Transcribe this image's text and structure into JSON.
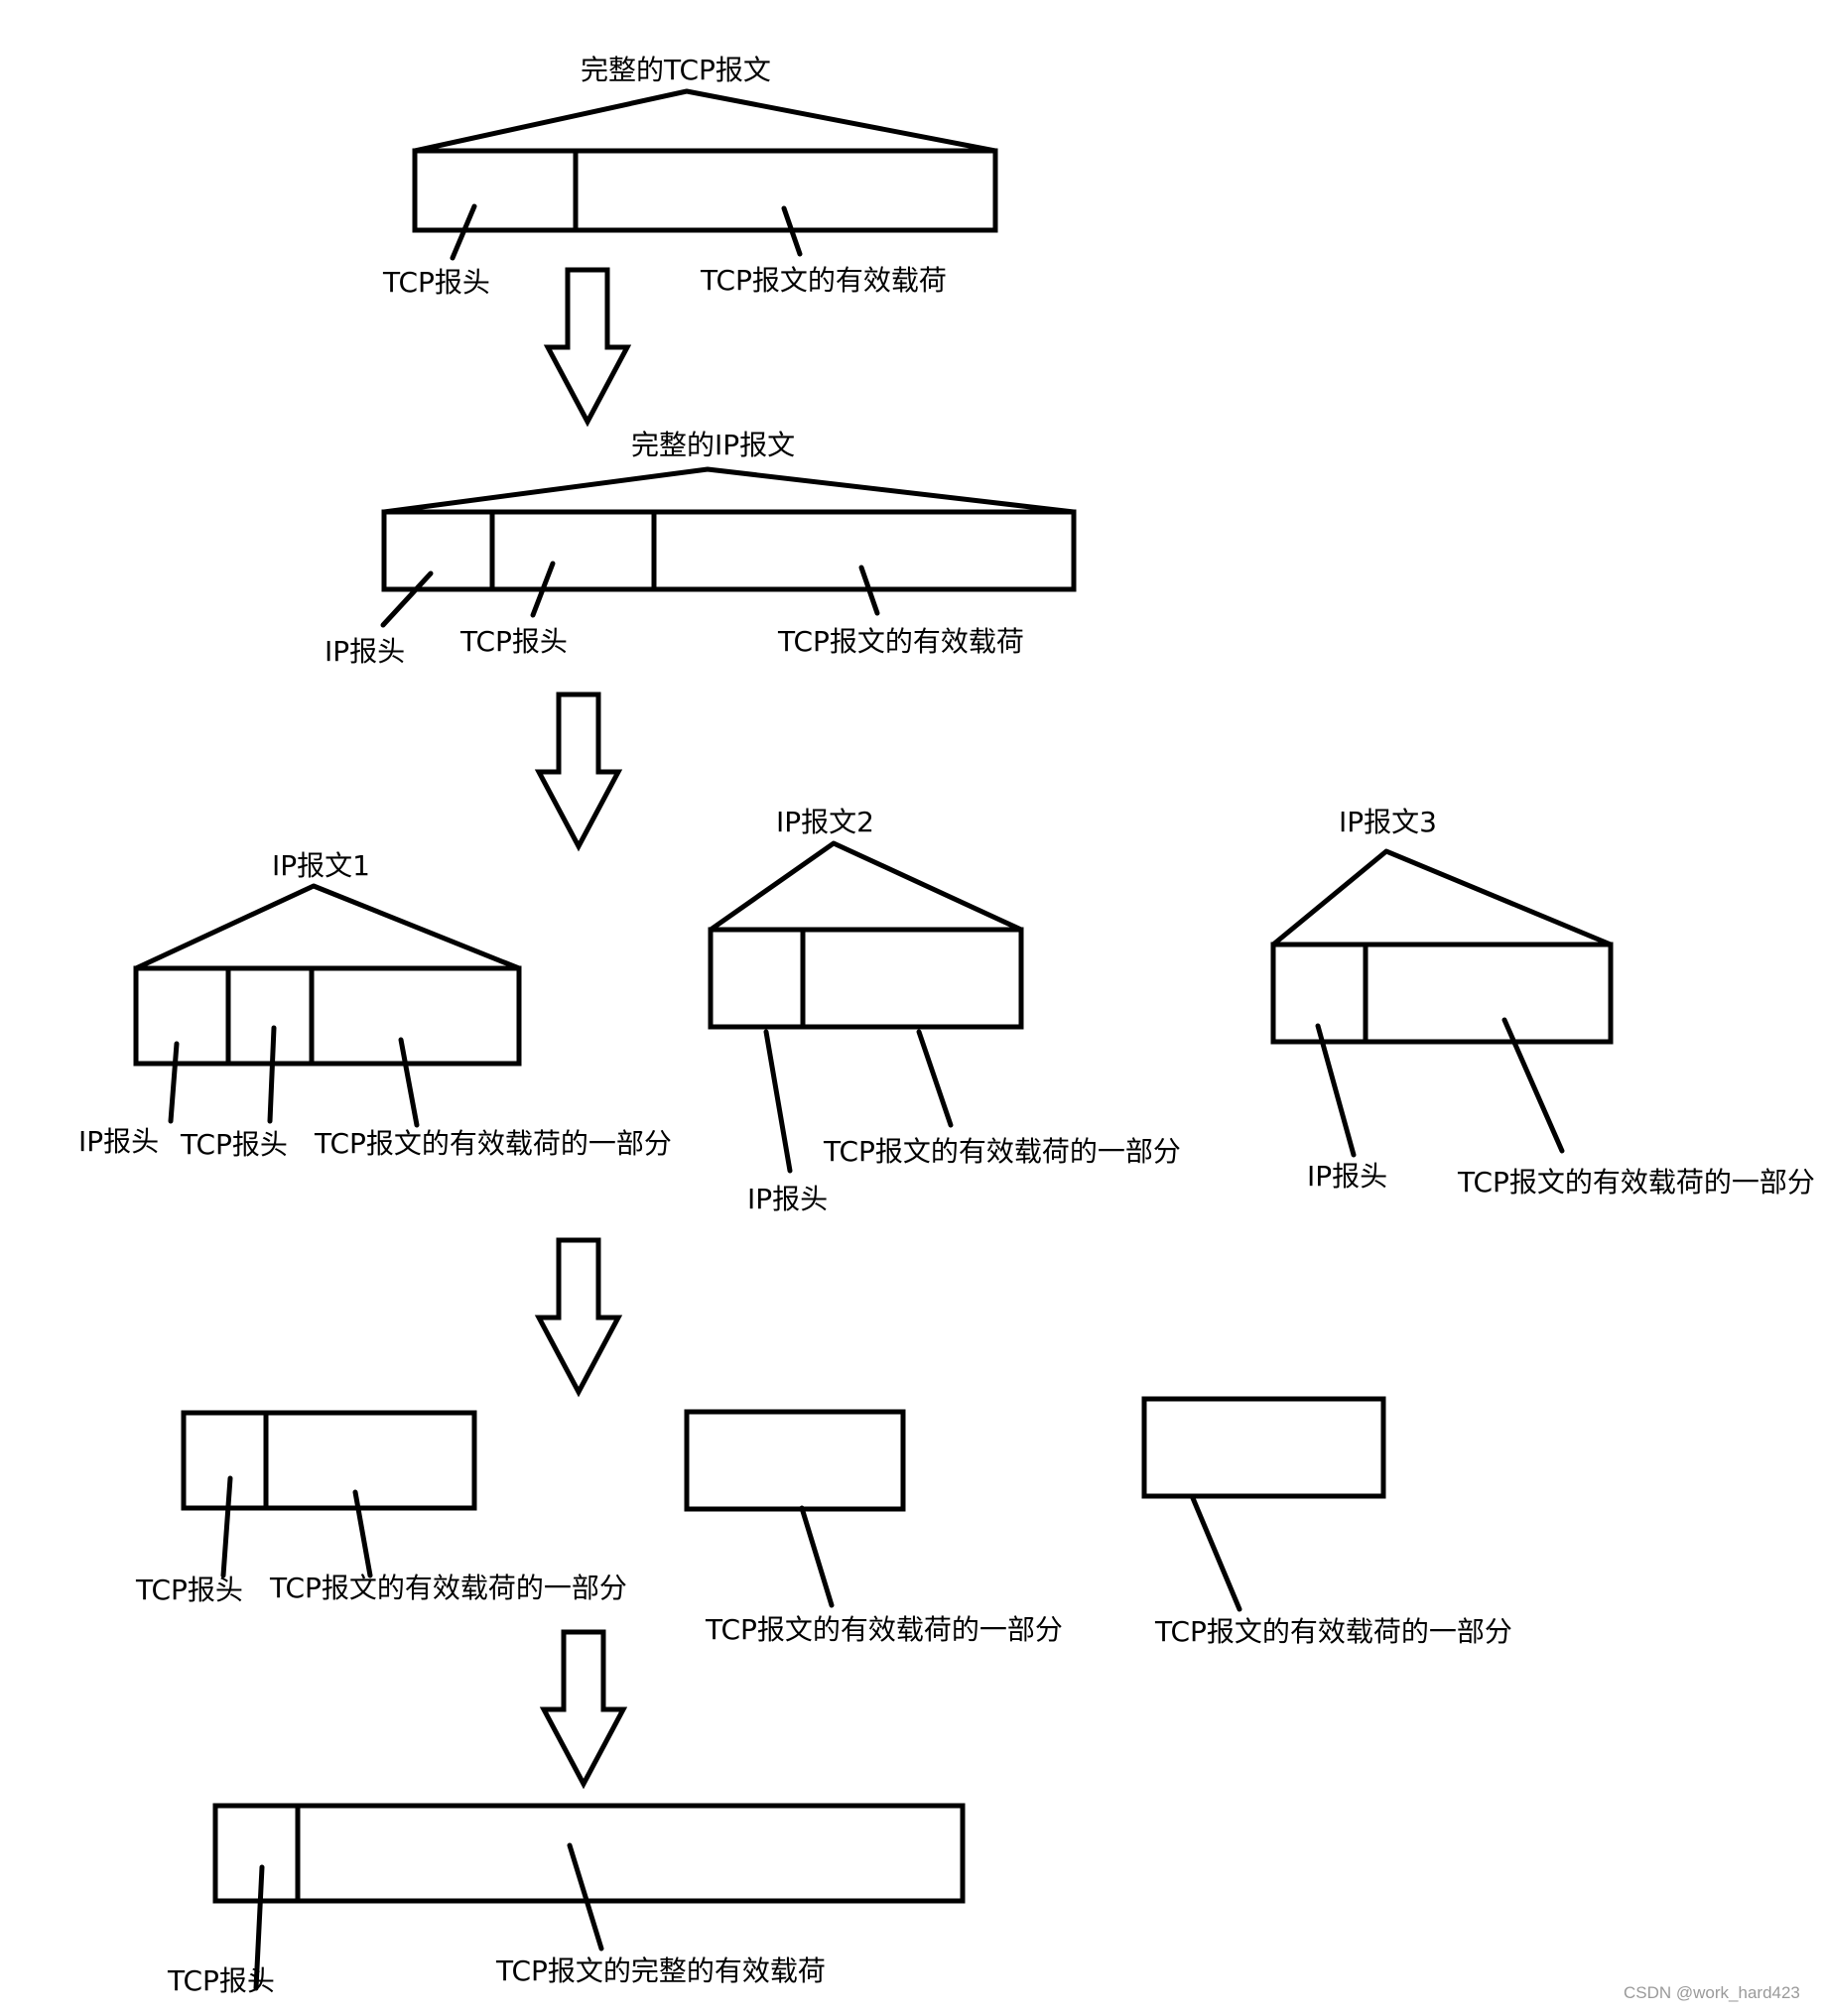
{
  "title_tcp": "完整的TCP报文",
  "title_ip": "完整的IP报文",
  "title_ip1": "IP报文1",
  "title_ip2": "IP报文2",
  "title_ip3": "IP报文3",
  "tcp_header": "TCP报头",
  "ip_header": "IP报头",
  "tcp_payload": "TCP报文的有效载荷",
  "tcp_payload_part": "TCP报文的有效载荷的一部分",
  "tcp_payload_full": "TCP报文的完整的有效载荷",
  "watermark": "CSDN @work_hard423",
  "colors": {
    "stroke": "#000000",
    "background": "#ffffff",
    "watermark": "#9a9a9a"
  }
}
